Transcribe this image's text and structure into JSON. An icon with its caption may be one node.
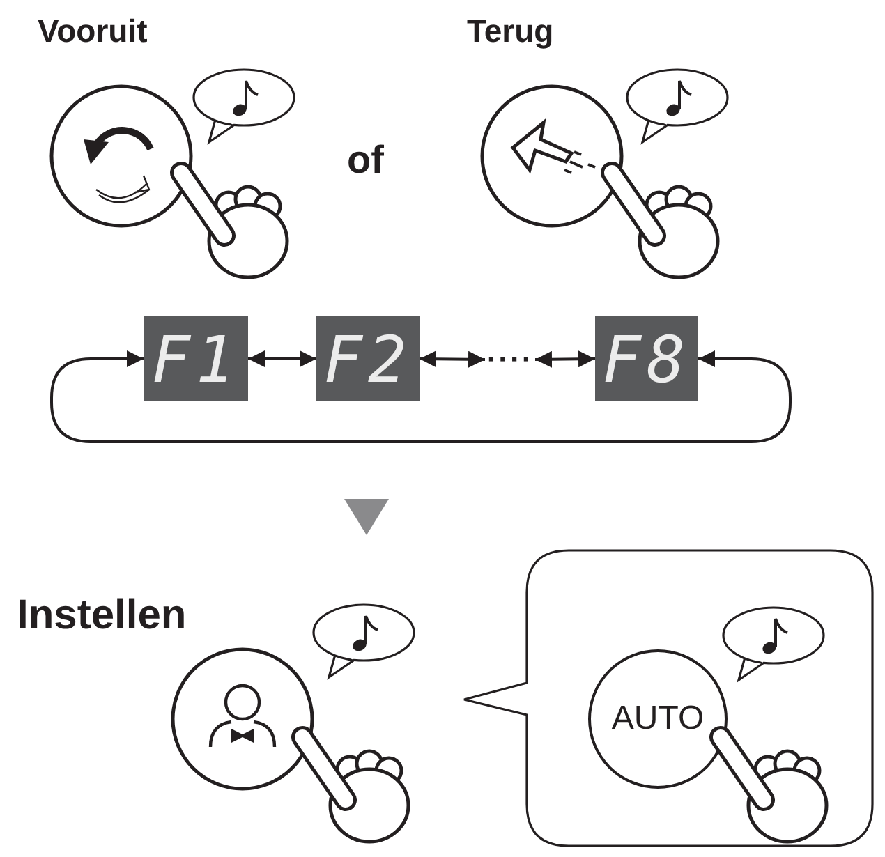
{
  "diagram": {
    "nodes": [
      {
        "text": [
          "F1"
        ]
      },
      {
        "text": [
          "F2"
        ]
      },
      {
        "text": [
          "····"
        ]
      },
      {
        "text": [
          "F8"
        ]
      },
      {
        "text": [],
        "shape": "box"
      },
      {
        "text": [
          "AUTO"
        ],
        "in": 4
      }
    ],
    "edges": [
      {
        "from": 0,
        "to": 1,
        "arrow": "both"
      },
      {
        "from": 1,
        "to": 2,
        "arrow": "both"
      },
      {
        "from": 2,
        "to": 3,
        "arrow": "both"
      },
      {
        "from": 3,
        "to": 0,
        "arrow": "both"
      }
    ],
    "labels": [
      "Vooruit",
      "Terug",
      "of",
      "Instellen"
    ]
  }
}
